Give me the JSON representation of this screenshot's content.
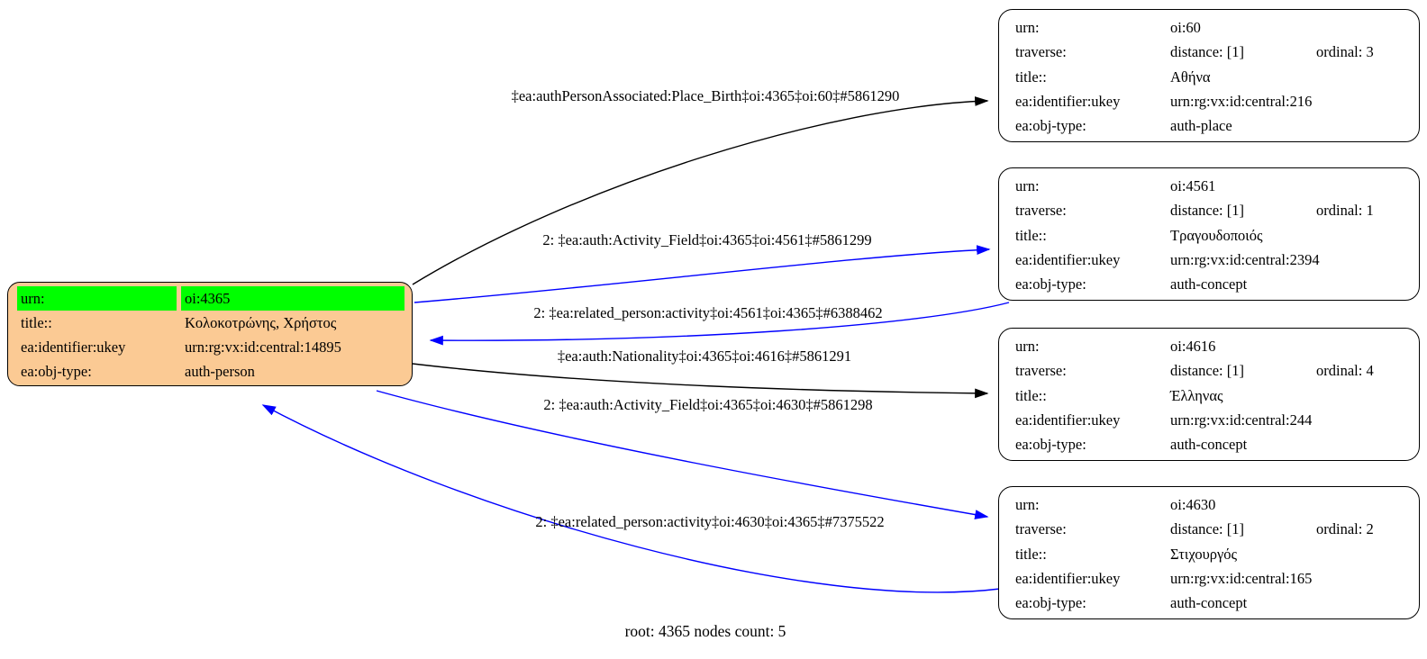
{
  "caption": "root: 4365 nodes count: 5",
  "colors": {
    "person_fill": "#fbca94",
    "urn_highlight": "#00ff00",
    "edge_black": "#000000",
    "edge_blue": "#0000ff",
    "node_border": "#000000"
  },
  "field_labels": {
    "urn": "urn:",
    "traverse": "traverse:",
    "title": "title::",
    "identifier": "ea:identifier:ukey",
    "objtype": "ea:obj-type:"
  },
  "person": {
    "urn": "oi:4365",
    "title": "Κολοκοτρώνης, Χρήστος",
    "identifier": "urn:rg:vx:id:central:14895",
    "objtype": "auth-person"
  },
  "nodes": [
    {
      "urn": "oi:60",
      "distance": "distance: [1]",
      "ordinal": "ordinal: 3",
      "title": "Αθήνα",
      "identifier": "urn:rg:vx:id:central:216",
      "objtype": "auth-place"
    },
    {
      "urn": "oi:4561",
      "distance": "distance: [1]",
      "ordinal": "ordinal: 1",
      "title": "Τραγουδοποιός",
      "identifier": "urn:rg:vx:id:central:2394",
      "objtype": "auth-concept"
    },
    {
      "urn": "oi:4616",
      "distance": "distance: [1]",
      "ordinal": "ordinal: 4",
      "title": "Έλληνας",
      "identifier": "urn:rg:vx:id:central:244",
      "objtype": "auth-concept"
    },
    {
      "urn": "oi:4630",
      "distance": "distance: [1]",
      "ordinal": "ordinal: 2",
      "title": "Στιχουργός",
      "identifier": "urn:rg:vx:id:central:165",
      "objtype": "auth-concept"
    }
  ],
  "edges": [
    {
      "label": "‡ea:authPersonAssociated:Place_Birth‡oi:4365‡oi:60‡#5861290",
      "color": "black"
    },
    {
      "label": "2: ‡ea:auth:Activity_Field‡oi:4365‡oi:4561‡#5861299",
      "color": "blue"
    },
    {
      "label": "2: ‡ea:related_person:activity‡oi:4561‡oi:4365‡#6388462",
      "color": "blue"
    },
    {
      "label": "‡ea:auth:Nationality‡oi:4365‡oi:4616‡#5861291",
      "color": "black"
    },
    {
      "label": "2: ‡ea:auth:Activity_Field‡oi:4365‡oi:4630‡#5861298",
      "color": "blue"
    },
    {
      "label": "2: ‡ea:related_person:activity‡oi:4630‡oi:4365‡#7375522",
      "color": "blue"
    }
  ]
}
